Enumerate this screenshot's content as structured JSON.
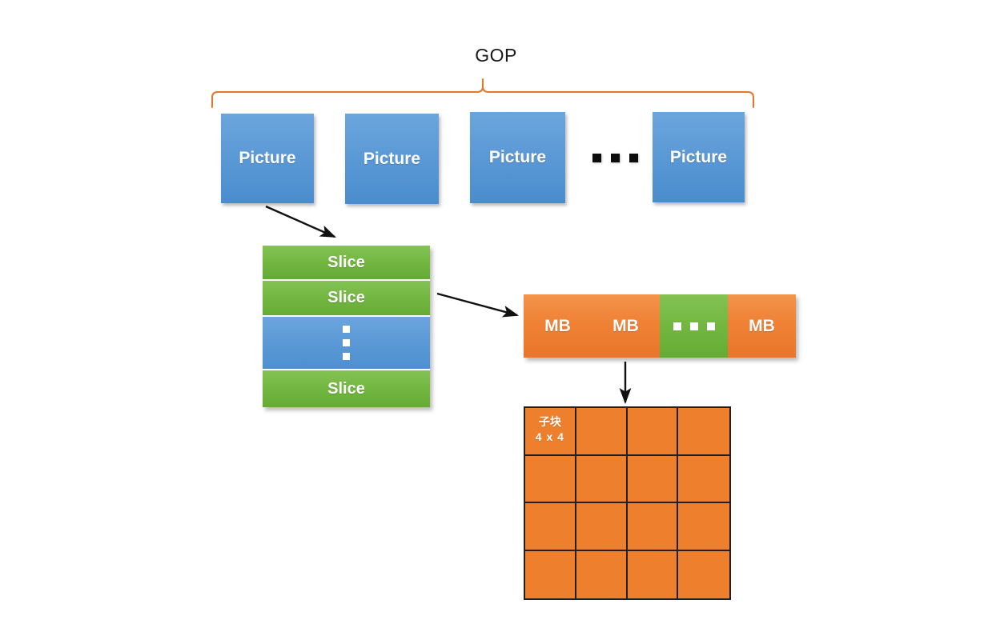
{
  "diagram": {
    "title": "GOP",
    "bracket_color": "#e4782c",
    "colors": {
      "picture_blue": "#5b99d6",
      "slice_green": "#74b842",
      "macroblock_orange": "#ee7f2d",
      "grid_border": "#231f20",
      "arrow_black": "#111111",
      "text_white": "#ffffff",
      "title_black": "#1a1a1a"
    },
    "gop_row": {
      "pictures": [
        {
          "label": "Picture"
        },
        {
          "label": "Picture"
        },
        {
          "label": "Picture"
        },
        {
          "label": "Picture"
        }
      ],
      "ellipsis": "▪ ▪ ▪"
    },
    "slice_stack": {
      "bars": [
        {
          "label": "Slice",
          "kind": "green"
        },
        {
          "label": "Slice",
          "kind": "green"
        },
        {
          "label": "",
          "kind": "blue-ellipsis"
        },
        {
          "label": "Slice",
          "kind": "green"
        }
      ]
    },
    "macroblock_row": {
      "cells": [
        {
          "label": "MB",
          "kind": "orange"
        },
        {
          "label": "MB",
          "kind": "orange"
        },
        {
          "label": "",
          "kind": "green-ellipsis"
        },
        {
          "label": "MB",
          "kind": "orange"
        }
      ]
    },
    "subblock_grid": {
      "rows": 4,
      "columns": 4,
      "label_line1": "子块",
      "label_line2": "4 x 4"
    },
    "arrows": [
      {
        "name": "picture-to-slice",
        "from": "Picture",
        "to": "Slice stack"
      },
      {
        "name": "slice-to-macroblock",
        "from": "Slice",
        "to": "MB row"
      },
      {
        "name": "macroblock-to-subblock",
        "from": "MB",
        "to": "4x4 sub-block grid"
      }
    ]
  }
}
